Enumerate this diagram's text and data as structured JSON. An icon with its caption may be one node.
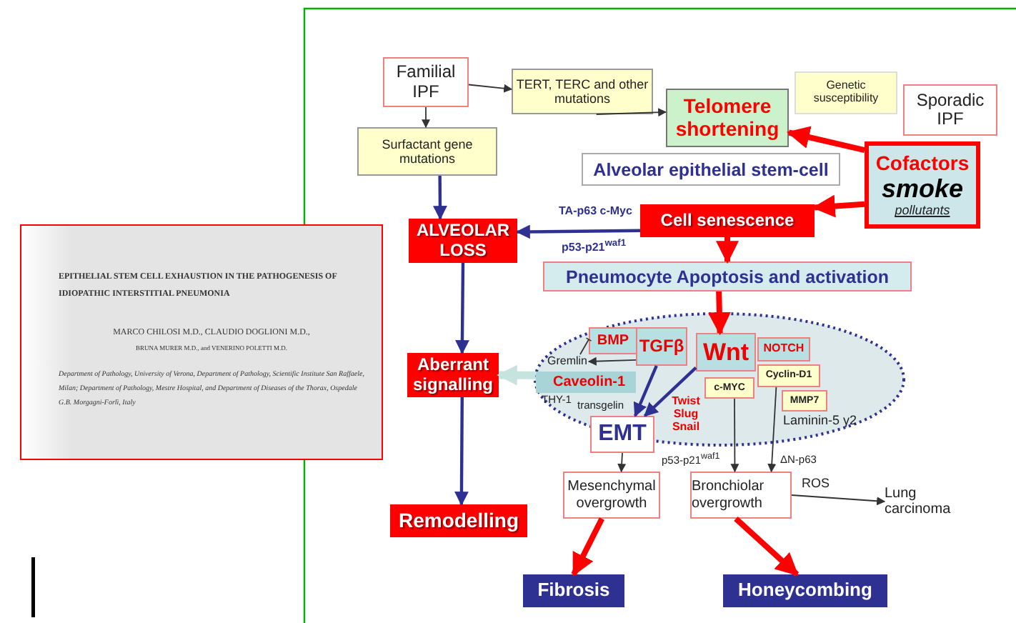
{
  "diagram": {
    "nodes": [
      {
        "text": [
          "Familial IPF"
        ]
      },
      {
        "text": [
          "TERT, TERC and other mutations"
        ]
      },
      {
        "text": [
          "Genetic susceptibility"
        ]
      },
      {
        "text": [
          "Sporadic IPF"
        ]
      },
      {
        "text": [
          "Telomere shortening"
        ]
      },
      {
        "text": [
          "Surfactant gene mutations"
        ]
      },
      {
        "text": [
          "Alveolar epithelial stem-cell"
        ]
      },
      {
        "text": [
          "Cofactors",
          "smoke",
          "pollutants"
        ]
      },
      {
        "text": [
          "ALVEOLAR LOSS"
        ]
      },
      {
        "text": [
          "Cell senescence"
        ]
      },
      {
        "text": [
          "Pneumocyte Apoptosis and activation"
        ]
      },
      {
        "text": [],
        "shape": "ellipse"
      },
      {
        "text": [
          "BMP"
        ],
        "in": 11
      },
      {
        "text": [
          "TGFβ"
        ],
        "in": 11
      },
      {
        "text": [
          "Wnt"
        ],
        "in": 11
      },
      {
        "text": [
          "NOTCH"
        ],
        "in": 11
      },
      {
        "text": [
          "Gremlin"
        ],
        "in": 11
      },
      {
        "text": [
          "Caveolin-1"
        ],
        "in": 11
      },
      {
        "text": [
          "c-MYC"
        ],
        "in": 11
      },
      {
        "text": [
          "Cyclin-D1"
        ],
        "in": 11
      },
      {
        "text": [
          "MMP7"
        ],
        "in": 11
      },
      {
        "text": [
          "Aberrant signalling"
        ]
      },
      {
        "text": [
          "EMT"
        ]
      },
      {
        "text": [
          "Mesenchymal overgrowth"
        ]
      },
      {
        "text": [
          "Bronchiolar overgrowth"
        ]
      },
      {
        "text": [
          "Lung carcinoma"
        ]
      },
      {
        "text": [
          "Remodelling"
        ]
      },
      {
        "text": [
          "Fibrosis"
        ]
      },
      {
        "text": [
          "Honeycombing"
        ]
      },
      {
        "text": [
          "EPITHELIAL STEM CELL EXHAUSTION IN THE PATHOGENESIS OF IDIOPATHIC INTERSTITIAL PNEUMONIA",
          "MARCO CHILOSI M.D., CLAUDIO DOGLIONI M.D.,",
          "BRUNA MURER M.D., and VENERINO POLETTI M.D.",
          "Department of Pathology, University of Verona, Department of Pathology, Scientific Institute San Raffaele, Milan; Department of Pathology, Mestre Hospital, and Department of Diseases of the Thorax, Ospedale G.B. Morgagni-Forlì, Italy"
        ]
      }
    ],
    "edges": [
      {
        "from": 0,
        "to": 1,
        "arrow": "to"
      },
      {
        "from": 0,
        "to": 5,
        "arrow": "to"
      },
      {
        "from": 1,
        "to": 4,
        "arrow": "to"
      },
      {
        "from": 7,
        "to": 4,
        "arrow": "to",
        "style": "thick",
        "color": "#ff0000"
      },
      {
        "from": 7,
        "to": 9,
        "arrow": "to",
        "style": "thick",
        "color": "#ff0000"
      },
      {
        "from": 5,
        "to": 8,
        "arrow": "to",
        "color": "#2e3192"
      },
      {
        "from": 9,
        "to": 8,
        "arrow": "to",
        "color": "#2e3192",
        "label": "TA-p63 c-Myc"
      },
      {
        "from": 9,
        "to": 10,
        "arrow": "to",
        "style": "thick",
        "color": "#ff0000"
      },
      {
        "from": 10,
        "to": 14,
        "arrow": "to",
        "style": "thick",
        "color": "#ff0000"
      },
      {
        "from": 8,
        "to": 21,
        "arrow": "to",
        "color": "#2e3192"
      },
      {
        "from": 21,
        "to": 26,
        "arrow": "to",
        "color": "#2e3192"
      },
      {
        "from": 11,
        "to": 21,
        "arrow": "to",
        "style": "thick",
        "color": "#c6e3df"
      },
      {
        "from": 13,
        "to": 16,
        "arrow": "to"
      },
      {
        "from": 16,
        "to": 12,
        "arrow": "other"
      },
      {
        "from": 13,
        "to": 22,
        "arrow": "to",
        "color": "#2e3192"
      },
      {
        "from": 14,
        "to": 22,
        "arrow": "to",
        "color": "#2e3192"
      },
      {
        "from": 22,
        "to": 23,
        "arrow": "to"
      },
      {
        "from": 18,
        "to": 24,
        "arrow": "to"
      },
      {
        "from": 19,
        "to": 24,
        "arrow": "to"
      },
      {
        "from": 24,
        "to": 25,
        "arrow": "to",
        "label": "ROS"
      },
      {
        "from": 23,
        "to": 27,
        "arrow": "to",
        "style": "thick",
        "color": "#ff0000"
      },
      {
        "from": 24,
        "to": 28,
        "arrow": "to",
        "style": "thick",
        "color": "#ff0000"
      }
    ],
    "labels": [
      "p53-p21$^{waf1}$",
      "THY-1",
      "transgelin",
      "Twist Slug Snail",
      "Laminin-5 γ2",
      "p53-p21$^{waf1}$",
      "ΔN-p63"
    ]
  }
}
